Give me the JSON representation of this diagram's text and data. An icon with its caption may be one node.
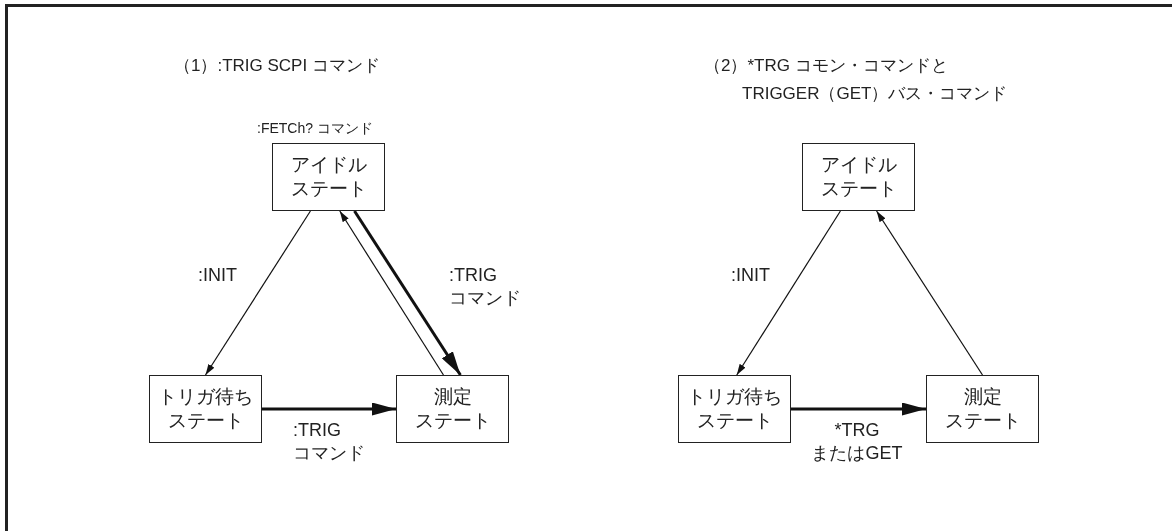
{
  "diagram": {
    "nodes": [
      {
        "text": [
          "アイドルステート"
        ],
        "beside": [
          ":FETCh? コマンド"
        ]
      },
      {
        "text": [
          "トリガ待ちステート"
        ]
      },
      {
        "text": [
          "測定ステート"
        ]
      },
      {
        "text": [
          "アイドルステート"
        ]
      },
      {
        "text": [
          "トリガ待ちステート"
        ]
      },
      {
        "text": [
          "測定ステート"
        ]
      }
    ],
    "edges": [
      {
        "from": 0,
        "to": 1,
        "arrow": "to",
        "label": ":INIT"
      },
      {
        "from": 2,
        "to": 0,
        "arrow": "to"
      },
      {
        "from": 0,
        "to": 2,
        "arrow": "to",
        "style": "thick",
        "label": ":TRIG コマンド"
      },
      {
        "from": 1,
        "to": 2,
        "arrow": "to",
        "style": "thick",
        "label": ":TRIG コマンド"
      },
      {
        "from": 3,
        "to": 4,
        "arrow": "to",
        "label": ":INIT"
      },
      {
        "from": 4,
        "to": 5,
        "arrow": "to",
        "style": "thick",
        "label": "*TRG またはGET"
      },
      {
        "from": 5,
        "to": 3,
        "arrow": "to"
      }
    ],
    "labels": [
      "（1）:TRIG SCPI コマンド",
      "（2）*TRG コモン・コマンドとTRIGGER（GET）バス・コマンド"
    ]
  }
}
